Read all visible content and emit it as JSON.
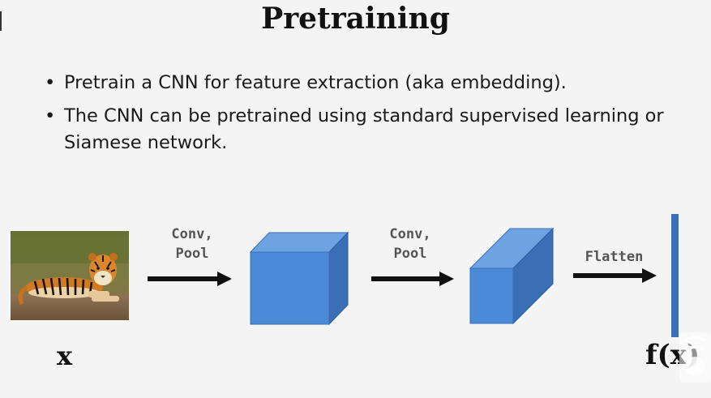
{
  "slide": {
    "title": "Pretraining",
    "bullets": [
      "Pretrain a CNN for feature extraction (aka embedding).",
      "The CNN can be pretrained using standard supervised learning or Siamese network."
    ]
  },
  "diagram": {
    "steps": [
      {
        "label": "Conv,\nPool"
      },
      {
        "label": "Conv,\nPool"
      },
      {
        "label": "Flatten"
      }
    ],
    "input_label": "x",
    "output_label": "f(x)",
    "colors": {
      "cube_front": "#4a8ad6",
      "cube_top": "#6ea3e2",
      "cube_side": "#3a6fb5",
      "arrow": "#111111",
      "feature_bar": "#3a6fb5"
    }
  }
}
